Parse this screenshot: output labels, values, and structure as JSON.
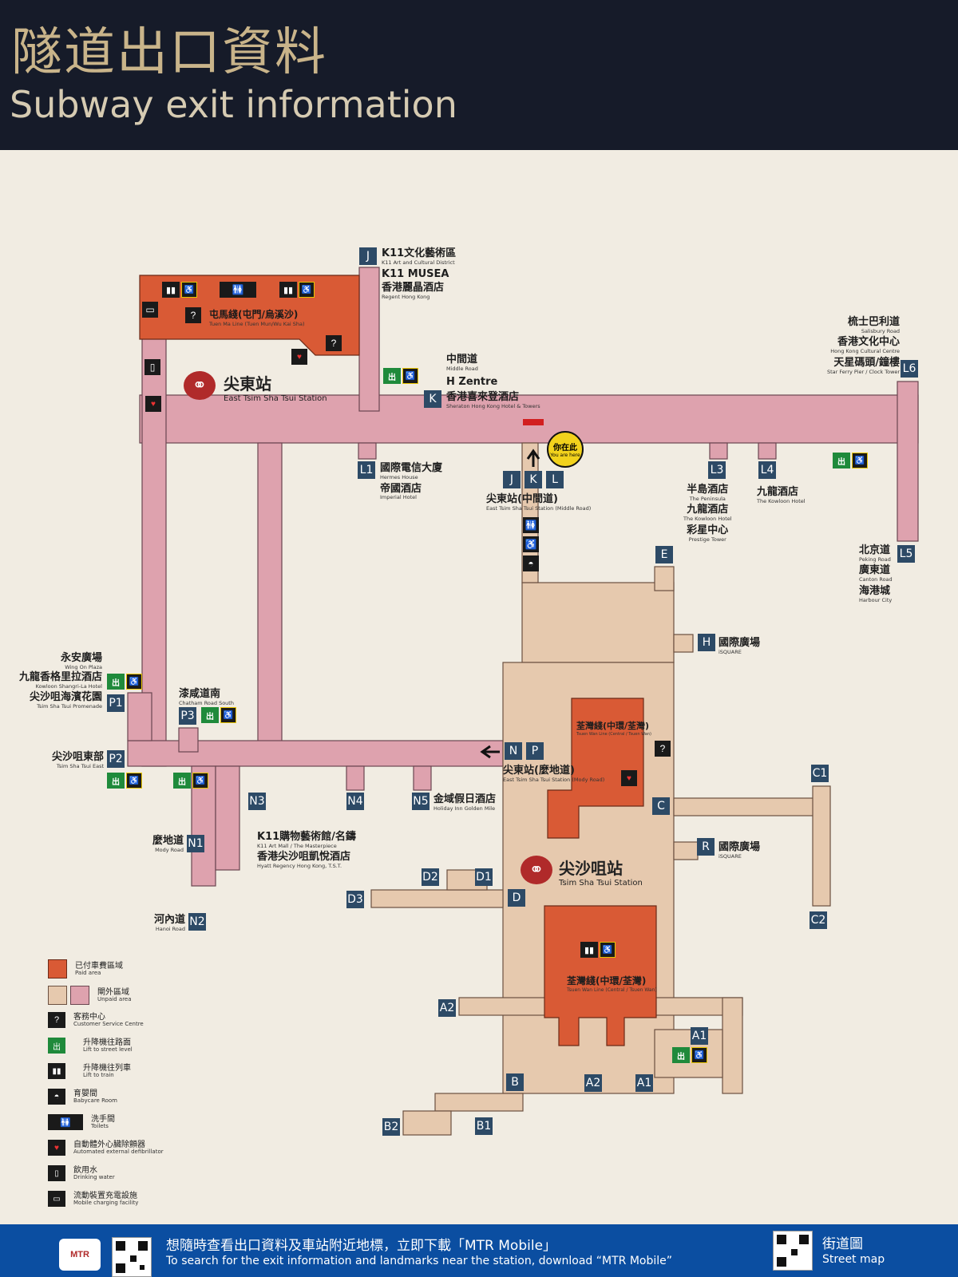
{
  "header": {
    "title_zh": "隧道出口資料",
    "title_en": "Subway exit information"
  },
  "colors": {
    "paid_area": "#d95a35",
    "unpaid_pink": "#dea2ae",
    "unpaid_beige": "#e6c9ae",
    "exit_code_bg": "#2d4a66",
    "background": "#f1ece2"
  },
  "stations": {
    "east_tst": {
      "zh": "尖東站",
      "en": "East Tsim Sha Tsui Station"
    },
    "tst": {
      "zh": "尖沙咀站",
      "en": "Tsim Sha Tsui Station"
    }
  },
  "lines": {
    "tuen_ma": {
      "zh": "屯馬綫(屯門/烏溪沙)",
      "en": "Tuen Ma Line (Tuen Mun/Wu Kai Sha)"
    },
    "tsuen_wan_1": {
      "zh": "荃灣綫(中環/荃灣)",
      "en": "Tsuen Wan Line (Central / Tsuen Wan)"
    },
    "tsuen_wan_2": {
      "zh": "荃灣綫(中環/荃灣)",
      "en": "Tsuen Wan Line (Central / Tsuen Wan)"
    }
  },
  "you_are_here": {
    "zh": "你在此",
    "en": "You are here"
  },
  "exits": {
    "J": "J",
    "K": "K",
    "L": "L",
    "L1": "L1",
    "L3": "L3",
    "L4": "L4",
    "L5": "L5",
    "L6": "L6",
    "E": "E",
    "H": "H",
    "C": "C",
    "C1": "C1",
    "C2": "C2",
    "R": "R",
    "N": "N",
    "P": "P",
    "N1": "N1",
    "N2": "N2",
    "N3": "N3",
    "N4": "N4",
    "N5": "N5",
    "P1": "P1",
    "P2": "P2",
    "P3": "P3",
    "D": "D",
    "D1": "D1",
    "D2": "D2",
    "D3": "D3",
    "A1": "A1",
    "A1b": "A1",
    "A2": "A2",
    "A2b": "A2",
    "B": "B",
    "B1": "B1",
    "B2": "B2",
    "jkl_J": "J",
    "jkl_K": "K",
    "jkl_L": "L"
  },
  "places": {
    "j1": {
      "zh": "K11文化藝術區",
      "en": "K11 Art and Cultural District"
    },
    "j2": {
      "zh": "K11 MUSEA",
      "en": ""
    },
    "j3": {
      "zh": "香港麗晶酒店",
      "en": "Regent Hong Kong"
    },
    "k1": {
      "zh": "中間道",
      "en": "Middle Road"
    },
    "k2": {
      "zh": "H Zentre",
      "en": ""
    },
    "k3": {
      "zh": "香港喜來登酒店",
      "en": "Sheraton Hong Kong Hotel & Towers"
    },
    "l6_1": {
      "zh": "梳士巴利道",
      "en": "Salisbury Road"
    },
    "l6_2": {
      "zh": "香港文化中心",
      "en": "Hong Kong Cultural Centre"
    },
    "l6_3": {
      "zh": "天星碼頭/鐘樓",
      "en": "Star Ferry Pier / Clock Tower"
    },
    "l1_1": {
      "zh": "國際電信大廈",
      "en": "Hermes House"
    },
    "l1_2": {
      "zh": "帝國酒店",
      "en": "Imperial Hotel"
    },
    "mid": {
      "zh": "尖東站(中間道)",
      "en": "East Tsim Sha Tsui Station (Middle Road)"
    },
    "l3_1": {
      "zh": "半島酒店",
      "en": "The Peninsula"
    },
    "l3_2": {
      "zh": "九龍酒店",
      "en": "The Kowloon Hotel"
    },
    "l3_3": {
      "zh": "彩星中心",
      "en": "Prestige Tower"
    },
    "l4_1": {
      "zh": "九龍酒店",
      "en": "The Kowloon Hotel"
    },
    "l5_1": {
      "zh": "北京道",
      "en": "Peking Road"
    },
    "l5_2": {
      "zh": "廣東道",
      "en": "Canton Road"
    },
    "l5_3": {
      "zh": "海港城",
      "en": "Harbour City"
    },
    "h1": {
      "zh": "國際廣場",
      "en": "iSQUARE"
    },
    "r1": {
      "zh": "國際廣場",
      "en": "iSQUARE"
    },
    "p1_1": {
      "zh": "永安廣場",
      "en": "Wing On Plaza"
    },
    "p1_2": {
      "zh": "九龍香格里拉酒店",
      "en": "Kowloon Shangri-La Hotel"
    },
    "p1_3": {
      "zh": "尖沙咀海濱花園",
      "en": "Tsim Sha Tsui Promenade"
    },
    "p3": {
      "zh": "漆咸道南",
      "en": "Chatham Road South"
    },
    "p2": {
      "zh": "尖沙咀東部",
      "en": "Tsim Sha Tsui East"
    },
    "mody": {
      "zh": "尖東站(麼地道)",
      "en": "East Tsim Sha Tsui Station (Mody Road)"
    },
    "n5": {
      "zh": "金域假日酒店",
      "en": "Holiday Inn Golden Mile"
    },
    "n3_1": {
      "zh": "K11購物藝術館/名鑄",
      "en": "K11 Art Mall / The Masterpiece"
    },
    "n3_2": {
      "zh": "香港尖沙咀凱悅酒店",
      "en": "Hyatt Regency Hong Kong, T.S.T."
    },
    "n1": {
      "zh": "麼地道",
      "en": "Mody Road"
    },
    "n2": {
      "zh": "河內道",
      "en": "Hanoi Road"
    }
  },
  "legend": [
    {
      "zh": "已付車費區域",
      "en": "Paid area"
    },
    {
      "zh": "閘外區域",
      "en": "Unpaid area"
    },
    {
      "zh": "客務中心",
      "en": "Customer Service Centre"
    },
    {
      "zh": "升降機往路面",
      "en": "Lift to street level"
    },
    {
      "zh": "升降機往列車",
      "en": "Lift to train"
    },
    {
      "zh": "育嬰間",
      "en": "Babycare Room"
    },
    {
      "zh": "洗手間",
      "en": "Toilets"
    },
    {
      "zh": "自動體外心臟除顫器",
      "en": "Automated external defibrillator"
    },
    {
      "zh": "飲用水",
      "en": "Drinking water"
    },
    {
      "zh": "流動裝置充電設施",
      "en": "Mobile charging facility"
    }
  ],
  "footer": {
    "mtr": "MTR",
    "zh": "想隨時查看出口資料及車站附近地標，立即下載「MTR Mobile」",
    "en": "To search for the exit information and landmarks near the station, download “MTR Mobile”",
    "street_zh": "街道圖",
    "street_en": "Street map"
  },
  "symbols": {
    "exit_glyph": "出",
    "lift_glyph": "▮▮",
    "aed": "AED"
  }
}
